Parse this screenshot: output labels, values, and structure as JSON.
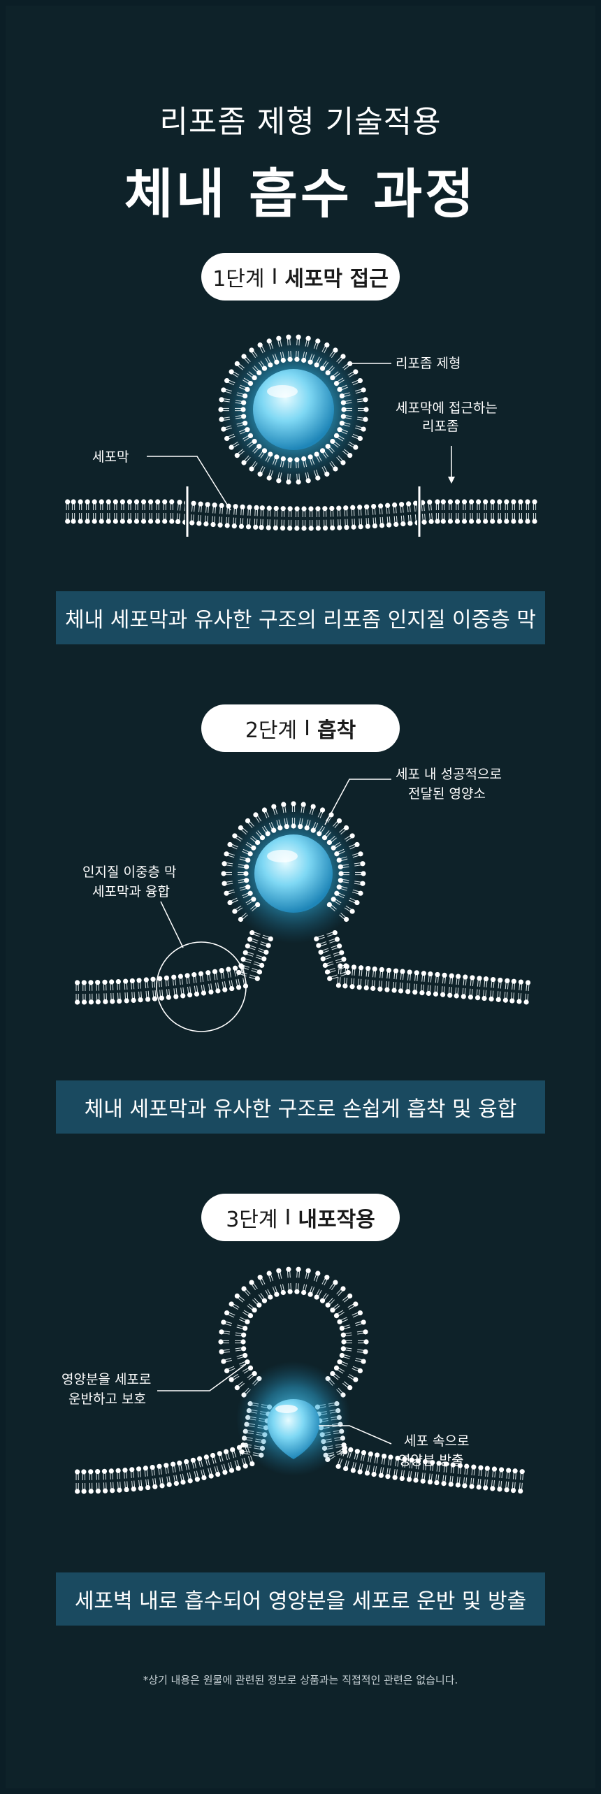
{
  "header": {
    "subtitle": "리포좀 제형 기술적용",
    "title": "체내 흡수 과정"
  },
  "steps": [
    {
      "step_num": "1단계",
      "divider": "I",
      "step_name": "세포막 접근",
      "labels": {
        "liposome": "리포좀 제형",
        "approach_line1": "세포막에 접근하는",
        "approach_line2": "리포좀",
        "membrane": "세포막"
      },
      "caption": "체내 세포막과 유사한 구조의 리포좀 인지질 이중층 막"
    },
    {
      "step_num": "2단계",
      "divider": "I",
      "step_name": "흡착",
      "labels": {
        "delivered_line1": "세포 내 성공적으로",
        "delivered_line2": "전달된 영양소",
        "fusion_line1": "인지질 이중층 막",
        "fusion_line2": "세포막과 융합"
      },
      "caption": "체내 세포막과 유사한 구조로 손쉽게 흡착 및 융합"
    },
    {
      "step_num": "3단계",
      "divider": "I",
      "step_name": "내포작용",
      "labels": {
        "protect_line1": "영양분을 세포로",
        "protect_line2": "운반하고 보호",
        "release_line1": "세포 속으로",
        "release_line2": "영양분 방출"
      },
      "caption": "세포벽 내로 흡수되어 영양분을 세포로 운반 및 방출"
    }
  ],
  "footnote": "*상기 내용은 원물에 관련된 정보로 상품과는 직접적인 관련은 없습니다.",
  "colors": {
    "background": "#0e2229",
    "banner": "#1a4a60",
    "glow": "#3fc6f0",
    "core": "#8fdcf5"
  }
}
